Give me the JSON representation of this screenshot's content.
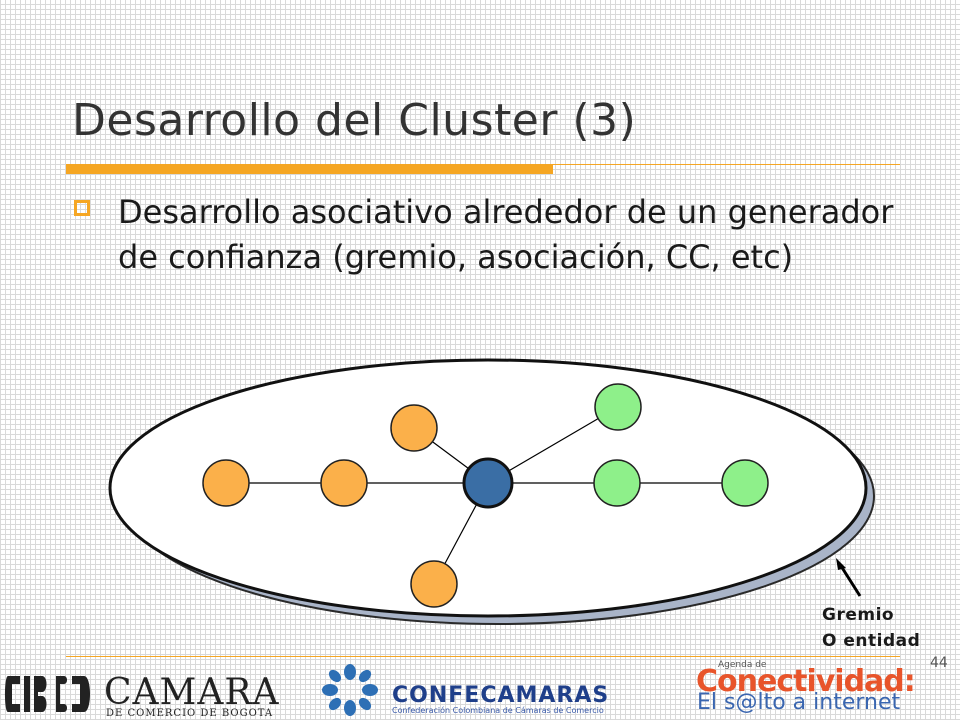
{
  "slide": {
    "title": "Desarrollo del Cluster (3)",
    "bullet": "Desarrollo asociativo alrededor de un generador de confianza (gremio, asociación, CC, etc)",
    "callout_line1": "Gremio",
    "callout_line2": "O entidad",
    "slide_number": "44"
  },
  "colors": {
    "accent": "#f5a623",
    "orange_node": "#fbb04a",
    "green_node": "#8ef08a",
    "center_node": "#3a6ea5",
    "ellipse_shadow": "#a9b4c8"
  },
  "footer": {
    "camara_name": "CAMARA",
    "camara_sub": "DE COMERCIO DE BOGOTA",
    "confecamaras_name": "CONFECAMARAS",
    "confecamaras_sub": "Confederación Colombiana de Cámaras de Comercio",
    "agenda_small": "Agenda de",
    "agenda_big": "Conectividad:",
    "agenda_tag": "El s@lto a internet"
  }
}
